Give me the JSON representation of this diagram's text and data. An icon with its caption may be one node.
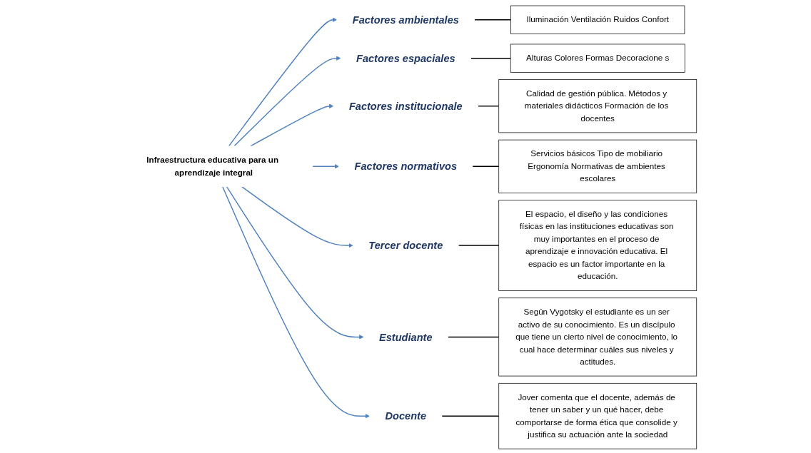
{
  "diagram": {
    "nodes": [
      {
        "text": [
          "Infraestructura educativa para un aprendizaje integral"
        ]
      },
      {
        "text": [
          "Factores ambientales"
        ]
      },
      {
        "text": [
          "Iluminación Ventilación Ruidos Confort"
        ]
      },
      {
        "text": [
          "Factores espaciales"
        ]
      },
      {
        "text": [
          "Alturas Colores Formas Decoracione s"
        ]
      },
      {
        "text": [
          "Factores institucionale"
        ]
      },
      {
        "text": [
          "Calidad de gestión pública. Métodos y materiales didácticos Formación de los docentes"
        ]
      },
      {
        "text": [
          "Factores normativos"
        ]
      },
      {
        "text": [
          "Servicios básicos Tipo de mobiliario Ergonomía Normativas de ambientes escolares"
        ]
      },
      {
        "text": [
          "Tercer docente"
        ]
      },
      {
        "text": [
          "El espacio, el diseño y las condiciones físicas en las instituciones educativas son muy importantes en el proceso de aprendizaje e innovación educativa. El espacio es un factor importante en la educación."
        ]
      },
      {
        "text": [
          "Estudiante"
        ]
      },
      {
        "text": [
          "Según Vygotsky el estudiante es un ser activo de su conocimiento. Es un discípulo que tiene un cierto nivel de conocimiento, lo cual hace determinar cuáles sus niveles y actitudes."
        ]
      },
      {
        "text": [
          "Docente"
        ]
      },
      {
        "text": [
          "Jover comenta que el docente, además de tener un saber y un qué hacer, debe comportarse de forma ética que consolide y justifica su actuación ante la sociedad"
        ]
      }
    ],
    "edges": [
      {
        "from": 0,
        "to": 1,
        "arrow": "to"
      },
      {
        "from": 0,
        "to": 3,
        "arrow": "to"
      },
      {
        "from": 0,
        "to": 5,
        "arrow": "to"
      },
      {
        "from": 0,
        "to": 7,
        "arrow": "to"
      },
      {
        "from": 0,
        "to": 9,
        "arrow": "to"
      },
      {
        "from": 0,
        "to": 11,
        "arrow": "to"
      },
      {
        "from": 0,
        "to": 13,
        "arrow": "to"
      },
      {
        "from": 1,
        "to": 2,
        "arrow": "none",
        "color": "#000000"
      },
      {
        "from": 3,
        "to": 4,
        "arrow": "none",
        "color": "#000000"
      },
      {
        "from": 5,
        "to": 6,
        "arrow": "none",
        "color": "#000000"
      },
      {
        "from": 7,
        "to": 8,
        "arrow": "none",
        "color": "#000000"
      },
      {
        "from": 9,
        "to": 10,
        "arrow": "none",
        "color": "#000000"
      },
      {
        "from": 11,
        "to": 12,
        "arrow": "none",
        "color": "#000000"
      },
      {
        "from": 13,
        "to": 14,
        "arrow": "none",
        "color": "#000000"
      }
    ]
  }
}
